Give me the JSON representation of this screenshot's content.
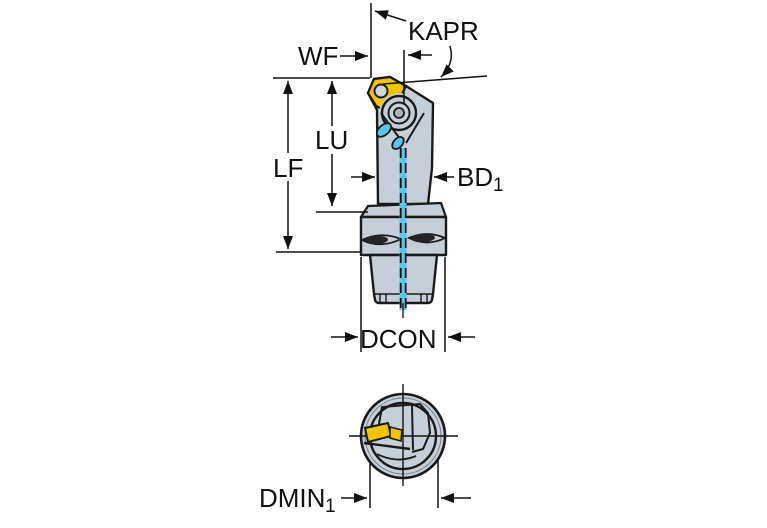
{
  "figure": {
    "type": "technical-dimensional-drawing",
    "subject": "Turning tool cutting unit, side view and end view with dimension callouts",
    "background_color": "#ffffff",
    "colors": {
      "outline": "#1a1a1a",
      "tool_body_fill": "#c6cfd7",
      "insert_yellow": "#f2c400",
      "coolant_cyan": "#54c8f0",
      "slot_dark": "#242424",
      "label_text": "#111111"
    },
    "labels": {
      "kapr": "KAPR",
      "wf": "WF",
      "lu": "LU",
      "lf": "LF",
      "bd1": {
        "main": "BD",
        "sub": "1"
      },
      "dcon": "DCON",
      "dmin1": {
        "main": "DMIN",
        "sub": "1"
      }
    },
    "views": {
      "side_view": "tool head with indexable insert, shank, flange with slots, tapered coupling, dashed coolant centerline",
      "end_view": "circular coupling face with crosshair centerlines and insert edge visible"
    }
  }
}
